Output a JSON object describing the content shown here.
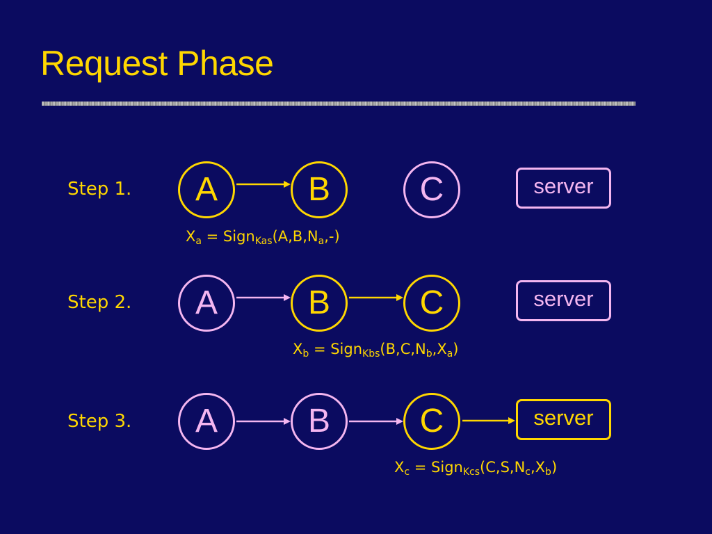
{
  "title": "Request Phase",
  "colors": {
    "background": "#0b0b60",
    "active": "#ffd700",
    "inactive": "#f4b6f0",
    "rule": "#b0b0b0"
  },
  "steps": [
    {
      "label": "Step 1.",
      "nodes": [
        "A",
        "B",
        "C"
      ],
      "server": "server",
      "formula": {
        "var": "X",
        "var_sub": "a",
        "op": " = Sign",
        "key_sub": "Kas",
        "args_1": "(A,B,N",
        "n_sub": "a",
        "args_2": ",-)",
        "x_sub": ""
      }
    },
    {
      "label": "Step 2.",
      "nodes": [
        "A",
        "B",
        "C"
      ],
      "server": "server",
      "formula": {
        "var": "X",
        "var_sub": "b",
        "op": " = Sign",
        "key_sub": "Kbs",
        "args_1": "(B,C,N",
        "n_sub": "b",
        "args_2": ",X",
        "x_sub": "a",
        "close": ")"
      }
    },
    {
      "label": "Step 3.",
      "nodes": [
        "A",
        "B",
        "C"
      ],
      "server": "server",
      "formula": {
        "var": "X",
        "var_sub": "c",
        "op": " = Sign",
        "key_sub": "Kcs",
        "args_1": "(C,S,N",
        "n_sub": "c",
        "args_2": ",X",
        "x_sub": "b",
        "close": ")"
      }
    }
  ]
}
